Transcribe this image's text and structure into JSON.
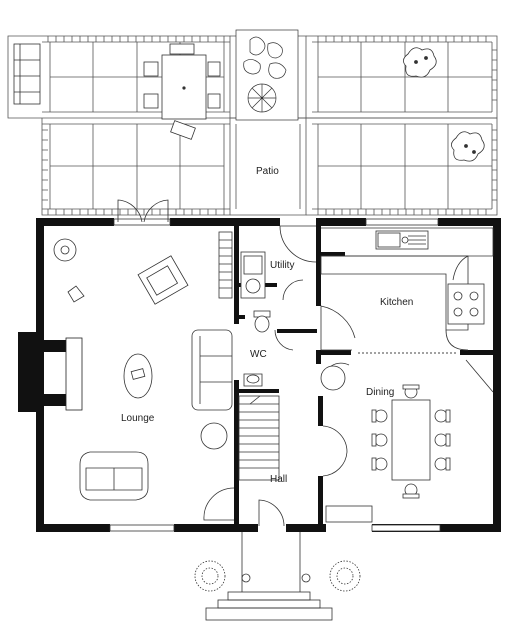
{
  "rooms": {
    "patio": "Patio",
    "utility": "Utility",
    "kitchen": "Kitchen",
    "wc": "WC",
    "lounge": "Lounge",
    "dining": "Dining",
    "hall": "Hall"
  },
  "colors": {
    "wall": "#111111",
    "line": "#333333",
    "paving": "#555555",
    "background": "#ffffff"
  }
}
